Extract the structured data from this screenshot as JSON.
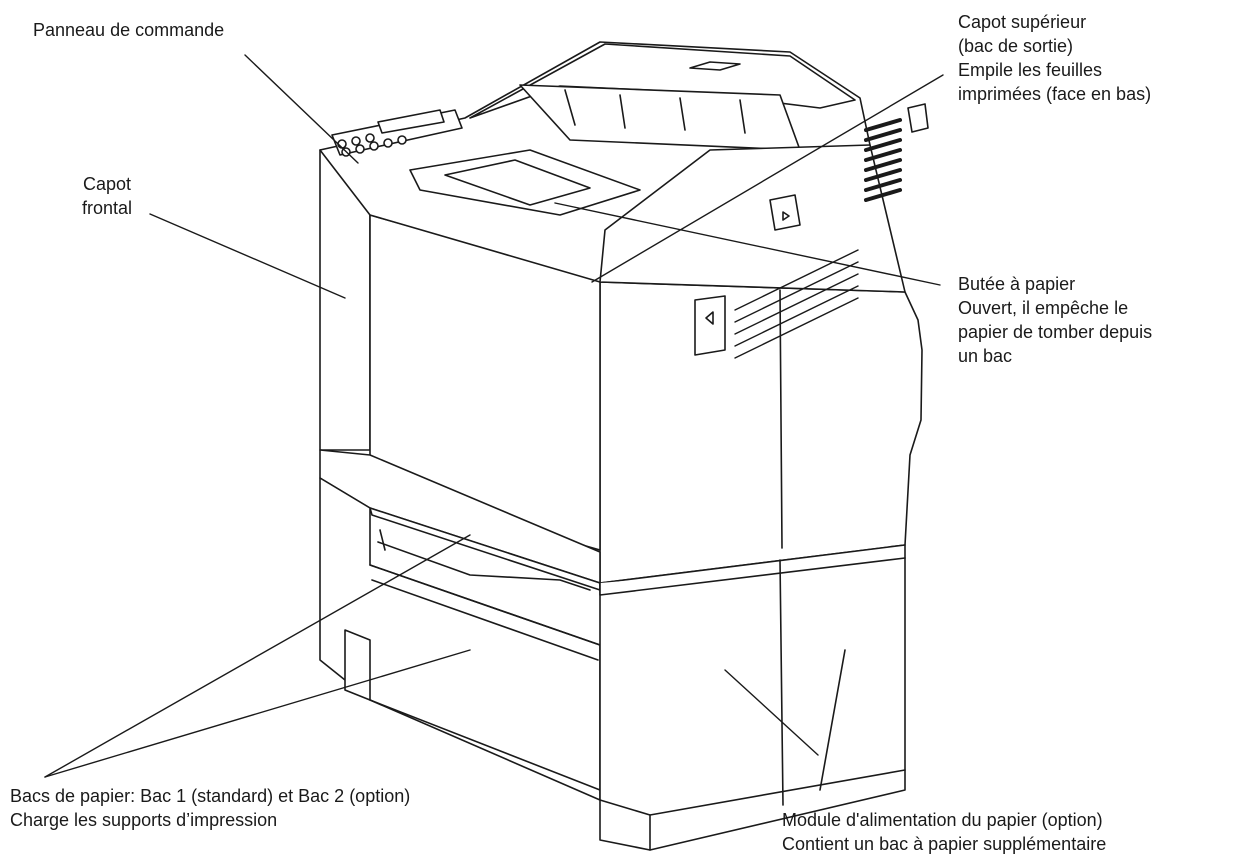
{
  "labels": {
    "control_panel": [
      "Panneau de commande"
    ],
    "front_cover": [
      "Capot",
      "frontal"
    ],
    "top_cover": [
      "Capot supérieur",
      "(bac de sortie)",
      "Empile les feuilles",
      "imprimées (face en bas)"
    ],
    "paper_stop": [
      "Butée à papier",
      "Ouvert, il empêche le",
      "papier de tomber depuis",
      "un bac"
    ],
    "paper_trays": [
      "Bacs de papier: Bac 1 (standard) et Bac 2 (option)",
      "Charge les supports d’impression"
    ],
    "feeder_module": [
      "Module d'alimentation du papier (option)",
      "Contient un bac à papier supplémentaire"
    ]
  },
  "colors": {
    "line": "#1a1a1a",
    "fill": "#ffffff"
  }
}
